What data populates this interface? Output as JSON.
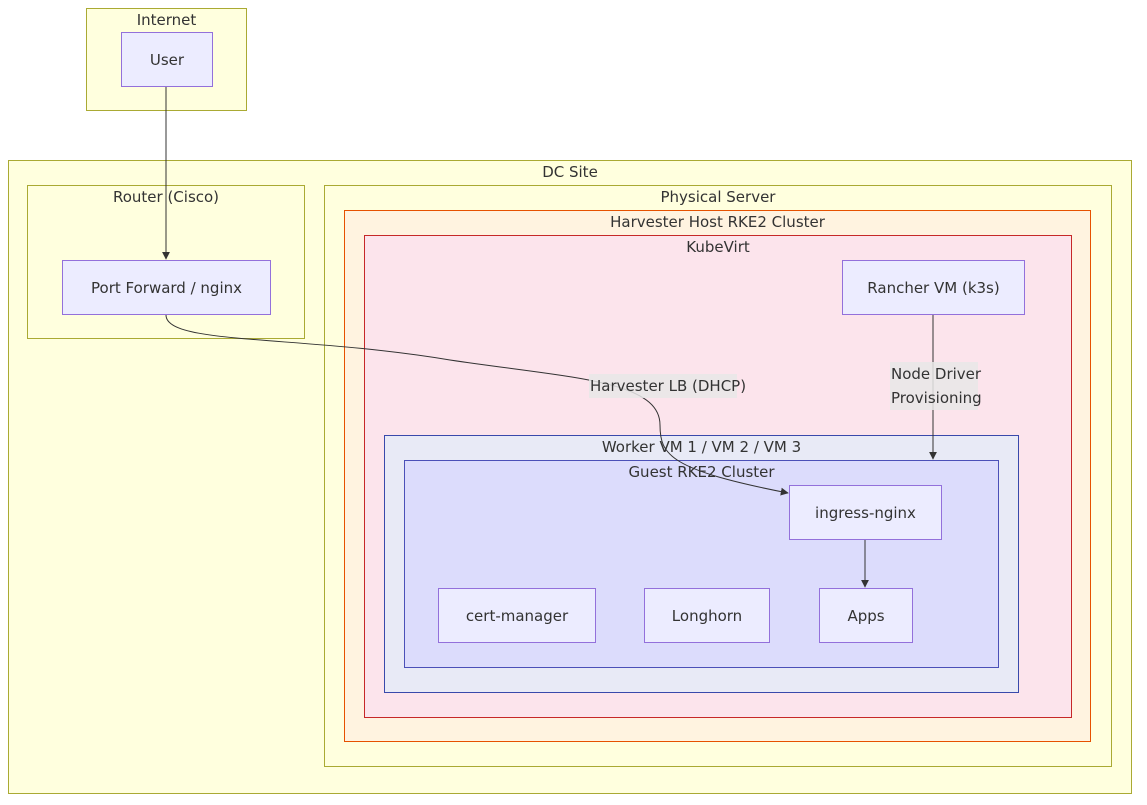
{
  "clusters": {
    "internet": "Internet",
    "dc_site": "DC Site",
    "router": "Router (Cisco)",
    "physical_server": "Physical Server",
    "harvester_host": "Harvester Host RKE2 Cluster",
    "kubevirt": "KubeVirt",
    "worker_vms": "Worker VM 1 / VM 2 / VM 3",
    "guest_cluster": "Guest RKE2 Cluster"
  },
  "nodes": {
    "user": "User",
    "port_forward": "Port Forward / nginx",
    "rancher_vm": "Rancher VM (k3s)",
    "ingress_nginx": "ingress-nginx",
    "cert_manager": "cert-manager",
    "longhorn": "Longhorn",
    "apps": "Apps"
  },
  "edges": {
    "harvester_lb": "Harvester LB (DHCP)",
    "node_driver_line1": "Node Driver",
    "node_driver_line2": "Provisioning"
  },
  "colors": {
    "yellow_fill": "#ffffde",
    "yellow_border": "#aaaa33",
    "harvester_fill": "#fff3e0",
    "harvester_border": "#e65100",
    "kubevirt_fill": "#fce4ec",
    "kubevirt_border": "#c62828",
    "worker_fill": "#e8eaf6",
    "worker_border": "#3949ab",
    "guest_fill": "#dcdcfc",
    "node_fill": "#ececff",
    "node_border": "#9370db",
    "edge": "#333333"
  }
}
